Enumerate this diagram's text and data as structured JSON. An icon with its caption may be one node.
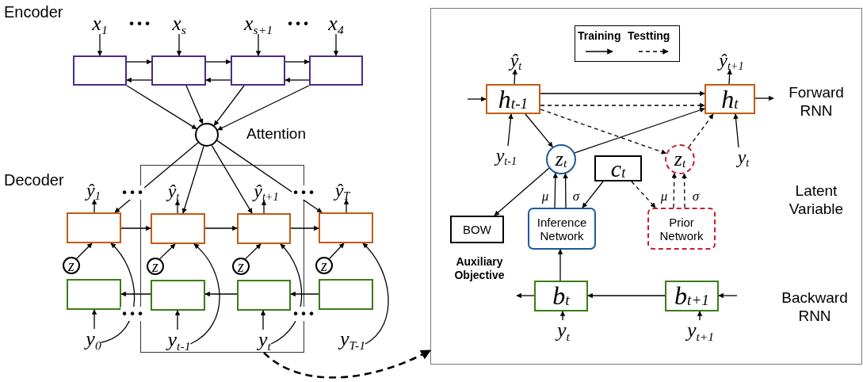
{
  "diagram": {
    "nodes": [
      {
        "text": [
          "x$_{1}$"
        ]
      },
      {
        "text": [
          "x$_{s}$"
        ]
      },
      {
        "text": [
          "x$_{s+1}$"
        ]
      },
      {
        "text": [
          "x$_{4}$"
        ]
      },
      {
        "text": [],
        "shape": "box"
      },
      {
        "text": [],
        "shape": "box"
      },
      {
        "text": [],
        "shape": "box"
      },
      {
        "text": [],
        "shape": "box"
      },
      {
        "text": [],
        "shape": "circle",
        "beside": [
          "Attention"
        ]
      },
      {
        "text": [],
        "shape": "box"
      },
      {
        "text": [
          "ŷ$_{1}$"
        ]
      },
      {
        "text": [
          "ŷ$_{t}$"
        ],
        "in": 9
      },
      {
        "text": [
          "ŷ$_{t+1}$"
        ],
        "in": 9
      },
      {
        "text": [
          "ŷ$_{T}$"
        ]
      },
      {
        "text": [],
        "shape": "box"
      },
      {
        "text": [],
        "shape": "box",
        "in": 9
      },
      {
        "text": [],
        "shape": "box",
        "in": 9
      },
      {
        "text": [],
        "shape": "box"
      },
      {
        "text": [
          "z"
        ]
      },
      {
        "text": [
          "z"
        ],
        "in": 9
      },
      {
        "text": [
          "z"
        ],
        "in": 9
      },
      {
        "text": [
          "z"
        ]
      },
      {
        "text": [],
        "shape": "box"
      },
      {
        "text": [],
        "shape": "box",
        "in": 9
      },
      {
        "text": [],
        "shape": "box",
        "in": 9
      },
      {
        "text": [],
        "shape": "box"
      },
      {
        "text": [
          "y$_{0}$"
        ]
      },
      {
        "text": [
          "y$_{t-1}$"
        ],
        "in": 9
      },
      {
        "text": [
          "y$_{t}$"
        ],
        "in": 9
      },
      {
        "text": [
          "y$_{T-1}$"
        ]
      },
      {
        "text": [],
        "shape": "box"
      },
      {
        "text": [
          "ŷ$_{t}$"
        ],
        "in": 30
      },
      {
        "text": [
          "ŷ$_{t+1}$"
        ],
        "in": 30
      },
      {
        "text": [
          "h$_{t-1}$"
        ],
        "in": 30
      },
      {
        "text": [
          "h$_{t}$"
        ],
        "in": 30
      },
      {
        "text": [
          "y$_{t-1}$"
        ],
        "in": 30
      },
      {
        "text": [
          "z$_{t}$"
        ],
        "in": 30
      },
      {
        "text": [
          "c$_{t}$"
        ],
        "in": 30
      },
      {
        "text": [
          "z$_{t}$"
        ],
        "in": 30
      },
      {
        "text": [
          "y$_{t}$"
        ],
        "in": 30
      },
      {
        "text": [
          "BOW"
        ],
        "in": 30
      },
      {
        "text": [
          "Inference Network"
        ],
        "in": 30
      },
      {
        "text": [
          "Prior Network"
        ],
        "in": 30
      },
      {
        "text": [
          "b$_{t}$"
        ],
        "in": 30
      },
      {
        "text": [
          "b$_{t+1}$"
        ],
        "in": 30
      },
      {
        "text": [
          "y$_{t}$"
        ],
        "in": 30
      },
      {
        "text": [
          "y$_{t+1}$"
        ],
        "in": 30
      }
    ],
    "edges": [
      {
        "from": 0,
        "to": 4,
        "arrow": "to"
      },
      {
        "from": 1,
        "to": 5,
        "arrow": "to"
      },
      {
        "from": 2,
        "to": 6,
        "arrow": "to"
      },
      {
        "from": 3,
        "to": 7,
        "arrow": "to"
      },
      {
        "from": 4,
        "to": 5,
        "arrow": "to"
      },
      {
        "from": 5,
        "to": 4,
        "arrow": "to"
      },
      {
        "from": 5,
        "to": 6,
        "arrow": "to"
      },
      {
        "from": 6,
        "to": 5,
        "arrow": "to"
      },
      {
        "from": 6,
        "to": 7,
        "arrow": "to"
      },
      {
        "from": 7,
        "to": 6,
        "arrow": "to"
      },
      {
        "from": 4,
        "to": 8,
        "arrow": "to"
      },
      {
        "from": 5,
        "to": 8,
        "arrow": "to"
      },
      {
        "from": 6,
        "to": 8,
        "arrow": "to"
      },
      {
        "from": 7,
        "to": 8,
        "arrow": "to"
      },
      {
        "from": 8,
        "to": 14,
        "arrow": "to"
      },
      {
        "from": 8,
        "to": 15,
        "arrow": "to"
      },
      {
        "from": 8,
        "to": 16,
        "arrow": "to"
      },
      {
        "from": 8,
        "to": 17,
        "arrow": "to"
      },
      {
        "from": 14,
        "to": 10,
        "arrow": "to"
      },
      {
        "from": 15,
        "to": 11,
        "arrow": "to"
      },
      {
        "from": 16,
        "to": 12,
        "arrow": "to"
      },
      {
        "from": 17,
        "to": 13,
        "arrow": "to"
      },
      {
        "from": 14,
        "to": 15,
        "arrow": "to"
      },
      {
        "from": 15,
        "to": 16,
        "arrow": "to"
      },
      {
        "from": 16,
        "to": 17,
        "arrow": "to"
      },
      {
        "from": 18,
        "to": 14,
        "arrow": "to"
      },
      {
        "from": 19,
        "to": 15,
        "arrow": "to"
      },
      {
        "from": 20,
        "to": 16,
        "arrow": "to"
      },
      {
        "from": 21,
        "to": 17,
        "arrow": "to"
      },
      {
        "from": 25,
        "to": 24,
        "arrow": "to"
      },
      {
        "from": 24,
        "to": 23,
        "arrow": "to"
      },
      {
        "from": 23,
        "to": 22,
        "arrow": "to"
      },
      {
        "from": 26,
        "to": 22,
        "arrow": "to"
      },
      {
        "from": 27,
        "to": 23,
        "arrow": "to"
      },
      {
        "from": 28,
        "to": 24,
        "arrow": "to"
      },
      {
        "from": 26,
        "to": 14,
        "arrow": "to"
      },
      {
        "from": 27,
        "to": 15,
        "arrow": "to"
      },
      {
        "from": 28,
        "to": 16,
        "arrow": "to"
      },
      {
        "from": 29,
        "to": 17,
        "arrow": "to"
      },
      {
        "from": 9,
        "to": 30,
        "arrow": "to",
        "style": "dashed"
      },
      {
        "from": null,
        "to": 33,
        "arrow": "to"
      },
      {
        "from": 33,
        "to": 31,
        "arrow": "to"
      },
      {
        "from": 33,
        "to": 34,
        "arrow": "to"
      },
      {
        "from": 33,
        "to": 34,
        "arrow": "to",
        "style": "dashed"
      },
      {
        "from": 34,
        "to": null,
        "arrow": "to"
      },
      {
        "from": 34,
        "to": 32,
        "arrow": "to"
      },
      {
        "from": 35,
        "to": 33,
        "arrow": "to"
      },
      {
        "from": 39,
        "to": 34,
        "arrow": "to"
      },
      {
        "from": 33,
        "to": 36,
        "arrow": "to"
      },
      {
        "from": 33,
        "to": 38,
        "arrow": "to",
        "style": "dashed"
      },
      {
        "from": 36,
        "to": 34,
        "arrow": "to"
      },
      {
        "from": 38,
        "to": 34,
        "arrow": "to",
        "style": "dashed"
      },
      {
        "from": 36,
        "to": 40,
        "arrow": "to"
      },
      {
        "from": 41,
        "to": 36,
        "arrow": "to",
        "label": "μ"
      },
      {
        "from": 41,
        "to": 36,
        "arrow": "to",
        "label": "σ"
      },
      {
        "from": 37,
        "to": 41,
        "arrow": "to"
      },
      {
        "from": 37,
        "to": 42,
        "arrow": "to",
        "style": "dashed"
      },
      {
        "from": 42,
        "to": 38,
        "arrow": "to",
        "label": "μ",
        "style": "dashed"
      },
      {
        "from": 42,
        "to": 38,
        "arrow": "to",
        "label": "σ",
        "style": "dashed"
      },
      {
        "from": 43,
        "to": 41,
        "arrow": "to"
      },
      {
        "from": 44,
        "to": 43,
        "arrow": "to"
      },
      {
        "from": null,
        "to": 44,
        "arrow": "to"
      },
      {
        "from": 43,
        "to": null,
        "arrow": "to"
      },
      {
        "from": 45,
        "to": 43,
        "arrow": "to"
      },
      {
        "from": 46,
        "to": 44,
        "arrow": "to"
      }
    ],
    "labels": [
      "Encoder",
      "Decoder",
      "• • •",
      "• • •",
      "• • •",
      "• • •",
      "• • •",
      "• • •",
      "Forward RNN",
      "Latent Variable",
      "Backward RNN",
      "Auxiliary Objective"
    ],
    "legend": [
      {
        "text": "Training"
      },
      {
        "text": "Testting"
      }
    ]
  }
}
